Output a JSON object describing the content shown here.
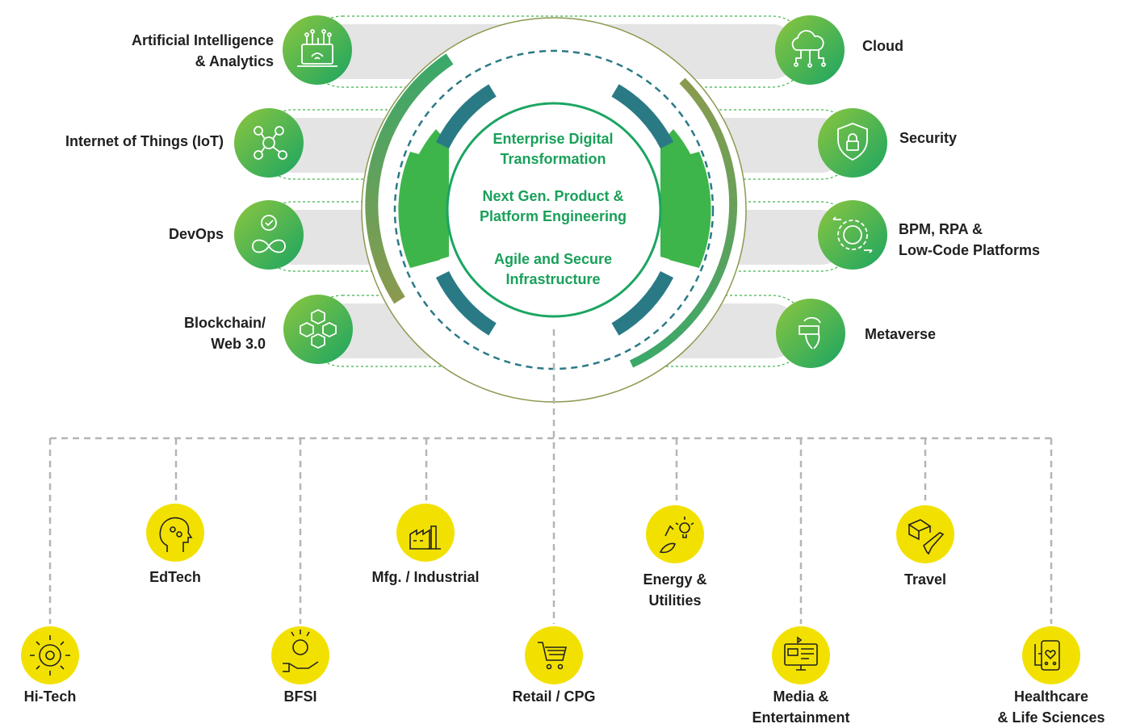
{
  "core": {
    "items": [
      {
        "line1": "Enterprise Digital",
        "line2": "Transformation"
      },
      {
        "line1": "Next Gen. Product &",
        "line2": "Platform Engineering"
      },
      {
        "line1": "Agile and Secure",
        "line2": "Infrastructure"
      }
    ]
  },
  "technologies": {
    "left": [
      {
        "line1": "Artificial Intelligence",
        "line2": "& Analytics",
        "icon": "laptop-network-icon"
      },
      {
        "line1": "Internet of Things (IoT)",
        "line2": "",
        "icon": "iot-network-icon"
      },
      {
        "line1": "DevOps",
        "line2": "",
        "icon": "devops-infinity-gear-icon"
      },
      {
        "line1": "Blockchain/",
        "line2": "Web 3.0",
        "icon": "blockchain-cubes-icon"
      }
    ],
    "right": [
      {
        "line1": "Cloud",
        "line2": "",
        "icon": "cloud-network-icon"
      },
      {
        "line1": "Security",
        "line2": "",
        "icon": "shield-lock-icon"
      },
      {
        "line1": "BPM, RPA &",
        "line2": "Low-Code Platforms",
        "icon": "process-cycle-icon"
      },
      {
        "line1": "Metaverse",
        "line2": "",
        "icon": "vr-headset-icon"
      }
    ]
  },
  "industries": [
    {
      "line1": "Hi-Tech",
      "line2": "",
      "icon": "chip-gear-icon"
    },
    {
      "line1": "EdTech",
      "line2": "",
      "icon": "head-brain-icon"
    },
    {
      "line1": "BFSI",
      "line2": "",
      "icon": "hand-coin-icon"
    },
    {
      "line1": "Mfg. / Industrial",
      "line2": "",
      "icon": "factory-icon"
    },
    {
      "line1": "Retail / CPG",
      "line2": "",
      "icon": "shopping-cart-icon"
    },
    {
      "line1": "Energy &",
      "line2": "Utilities",
      "icon": "energy-bulb-icon"
    },
    {
      "line1": "Media &",
      "line2": "Entertainment",
      "icon": "media-monitor-icon"
    },
    {
      "line1": "Travel",
      "line2": "",
      "icon": "travel-plane-icon"
    },
    {
      "line1": "Healthcare",
      "line2": "& Life Sciences",
      "icon": "health-device-icon"
    }
  ],
  "colors": {
    "primary_green": "#3db54a",
    "teal": "#2a7a86",
    "olive": "#8a9a4e",
    "text_green": "#1aa05a",
    "industry_yellow": "#f2e100",
    "pill_gray": "#e4e4e4",
    "dash_gray": "#b5b5b5"
  }
}
